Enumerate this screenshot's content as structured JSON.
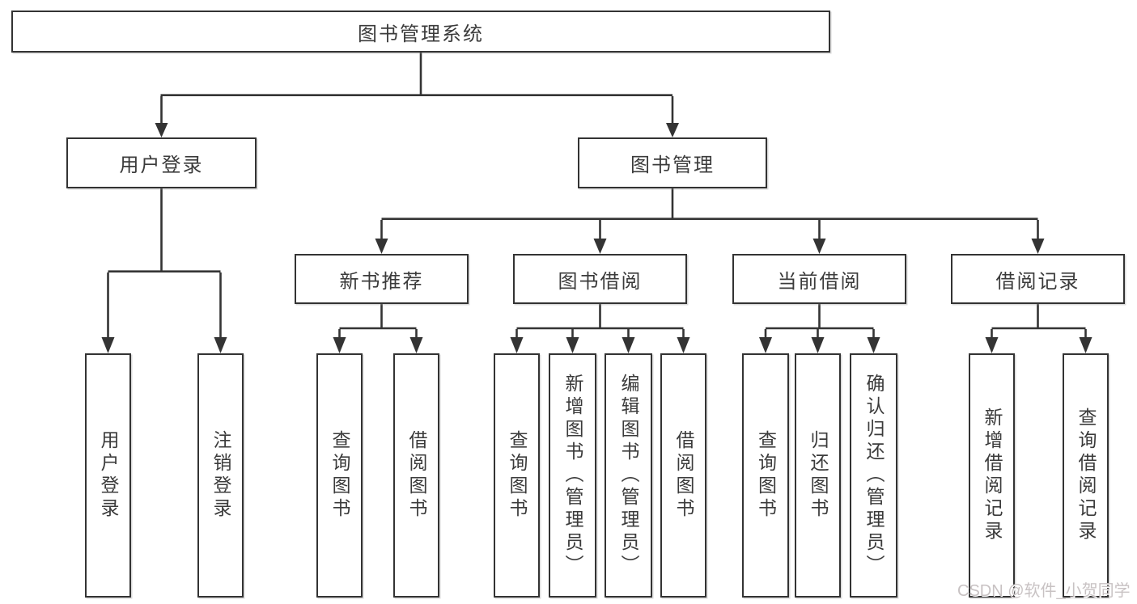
{
  "diagram": {
    "root": {
      "label": "图书管理系统"
    },
    "branches": [
      {
        "label": "用户登录",
        "children": [
          {
            "label": "用户登录"
          },
          {
            "label": "注销登录"
          }
        ]
      },
      {
        "label": "图书管理",
        "children": [
          {
            "label": "新书推荐",
            "children": [
              {
                "label": "查询图书"
              },
              {
                "label": "借阅图书"
              }
            ]
          },
          {
            "label": "图书借阅",
            "children": [
              {
                "label": "查询图书"
              },
              {
                "label": "新增图书（管理员）"
              },
              {
                "label": "编辑图书（管理员）"
              },
              {
                "label": "借阅图书"
              }
            ]
          },
          {
            "label": "当前借阅",
            "children": [
              {
                "label": "查询图书"
              },
              {
                "label": "归还图书"
              },
              {
                "label": "确认归还（管理员）"
              }
            ]
          },
          {
            "label": "借阅记录",
            "children": [
              {
                "label": "新增借阅记录"
              },
              {
                "label": "查询借阅记录"
              }
            ]
          }
        ]
      }
    ]
  },
  "watermark": {
    "text": "CSDN @软件_小贺同学"
  },
  "colors": {
    "line": "#343434",
    "box_border": "#333333",
    "text": "#3b3b3b",
    "watermark": "#c8c2c3",
    "background": "#ffffff"
  }
}
